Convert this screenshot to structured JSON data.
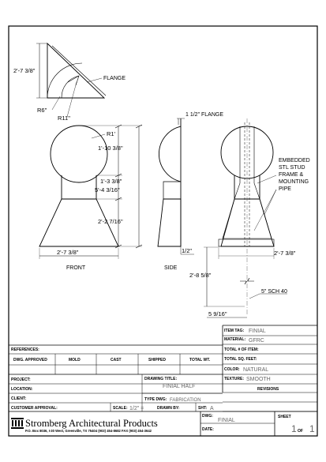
{
  "drawing": {
    "section_labels": {
      "front": "FRONT",
      "side": "SIDE"
    },
    "callouts": {
      "flange_top": "FLANGE",
      "flange_side": "1 1/2\" FLANGE",
      "embedded": [
        "EMBEDDED",
        "STL STUD",
        "FRAME &",
        "MOUNTING",
        "PIPE"
      ],
      "pipe": "5\" SCH 40"
    },
    "dimensions": {
      "top_height": "2'-7 3/8\"",
      "r6": "R6\"",
      "r11": "R11\"",
      "r1": "R1'",
      "ball": "1'-10 3/8\"",
      "neck": "1'-3 3/8\"",
      "overall": "5'-4 3/16\"",
      "cone": "2'-2 7/16\"",
      "front_width": "2'-7 3/8\"",
      "side_half": "1/2\"",
      "section_width": "2'-7 3/8\"",
      "pipe_length": "2'-8 5/8\"",
      "pipe_offset": "5 9/16\""
    }
  },
  "title_block": {
    "item_tag_label": "ITEM TAG:",
    "item_tag": "FINIAL",
    "material_label": "MATERIAL:",
    "material": "GFRC",
    "total_items_label": "TOTAL # OF ITEM:",
    "total_sqft_label": "TOTAL SQ. FEET:",
    "color_label": "COLOR:",
    "color": "NATURAL",
    "texture_label": "TEXTURE:",
    "texture": "SMOOTH",
    "revisions_label": "REVISIONS",
    "references_label": "REFERENCES:",
    "status_headers": [
      "DWG. APPROVED",
      "MOLD",
      "CAST",
      "SHIPPED",
      "TOTAL WT."
    ],
    "project_label": "PROJECT:",
    "location_label": "LOCATION:",
    "client_label": "CLIENT:",
    "customer_approval_label": "CUSTOMER APPROVAL:",
    "drawing_title_label": "DRAWING TITLE:",
    "drawing_title": "FINIAL HALF",
    "type_dwg_label": "TYPE DWG:",
    "type_dwg": "FABRICATION",
    "scale_label": "SCALE:",
    "scale": "1/2\" =",
    "drawn_by_label": "DRAWN BY:",
    "sht_label": "SHT:",
    "sht": "A",
    "dwg_label": "DWG:",
    "dwg": "FINIAL",
    "date_label": "DATE:",
    "sheet_label": "SHEET",
    "sheet_num": "1",
    "of_label": "OF",
    "sheet_total": "1",
    "company": "Stromberg Architectural Products",
    "address": "P.O. Box 8036, I-30 West, Greenville, TX 75404  (903) 454-8682  FAX (903) 454-3642"
  }
}
